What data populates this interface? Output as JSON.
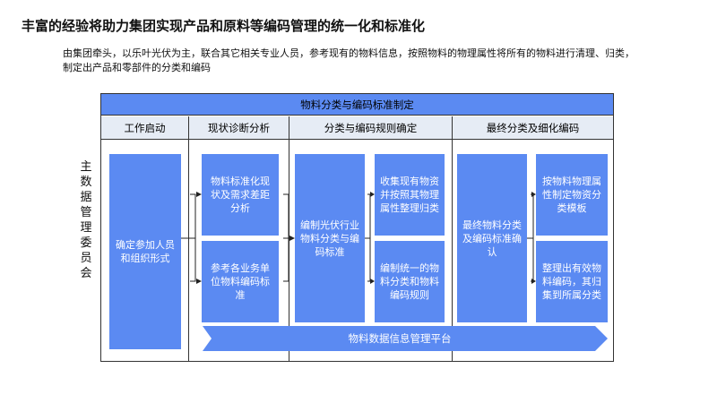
{
  "slide": {
    "title": "丰富的经验将助力集团实现产品和原料等编码管理的统一化和标准化",
    "subtitle": "由集团牵头，以乐叶光伏为主，联合其它相关专业人员，参考现有的物料信息，按照物料的物理属性将所有的物料进行清理、归类，制定出产品和零部件的分类和编码"
  },
  "diagram": {
    "banner": "物料分类与编码标准制定",
    "committee_label": "主数据管理委员会",
    "phases": [
      {
        "label": "工作启动"
      },
      {
        "label": "现状诊断分析"
      },
      {
        "label": "分类与编码规则确定"
      },
      {
        "label": "最终分类及细化编码"
      }
    ],
    "boxes": {
      "kickoff": "确定参加人员和组织形式",
      "diag_a": "物料标准化现状及需求差距分析",
      "diag_b": "参考各业务单位物料编码标准",
      "rule_main": "编制光伏行业物料分类与编码标准",
      "rule_a": "收集现有物资并按照其物理属性整理归类",
      "rule_b": "编制统一的物料分类和物料编码规则",
      "final_main": "最终物料分类及编码标准确认",
      "final_a": "按物料物理属性制定物资分类模板",
      "final_b": "整理出有效物料编码，其归集到所属分类"
    },
    "platform": "物料数据信息管理平台",
    "colors": {
      "box_fill": "#5b8af2",
      "header_fill": "#e6ecf5",
      "platform_fill": "#5b8af2"
    }
  }
}
